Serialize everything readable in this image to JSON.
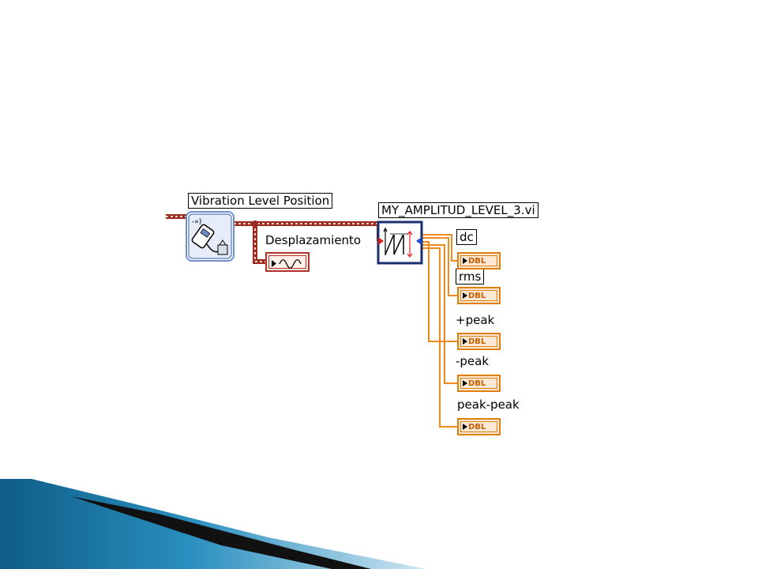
{
  "diagram": {
    "express_vi_label": "Vibration Level Position",
    "waveform_indicator_label": "Desplazamiento",
    "subvi_label": "MY_AMPLITUD_LEVEL_3.vi",
    "indicators": [
      {
        "label": "dc",
        "type_label": "DBL"
      },
      {
        "label": "rms",
        "type_label": "DBL"
      },
      {
        "label": "+peak",
        "type_label": "DBL"
      },
      {
        "label": "-peak",
        "type_label": "DBL"
      },
      {
        "label": "peak-peak",
        "type_label": "DBL"
      }
    ]
  },
  "colors": {
    "waveform_wire": "#9b2b22",
    "double_wire": "#ef8a1d",
    "express_vi_border": "#6d8fd6",
    "subvi_border": "#1a2e6e",
    "slide_accent": "#1a6fa0"
  }
}
